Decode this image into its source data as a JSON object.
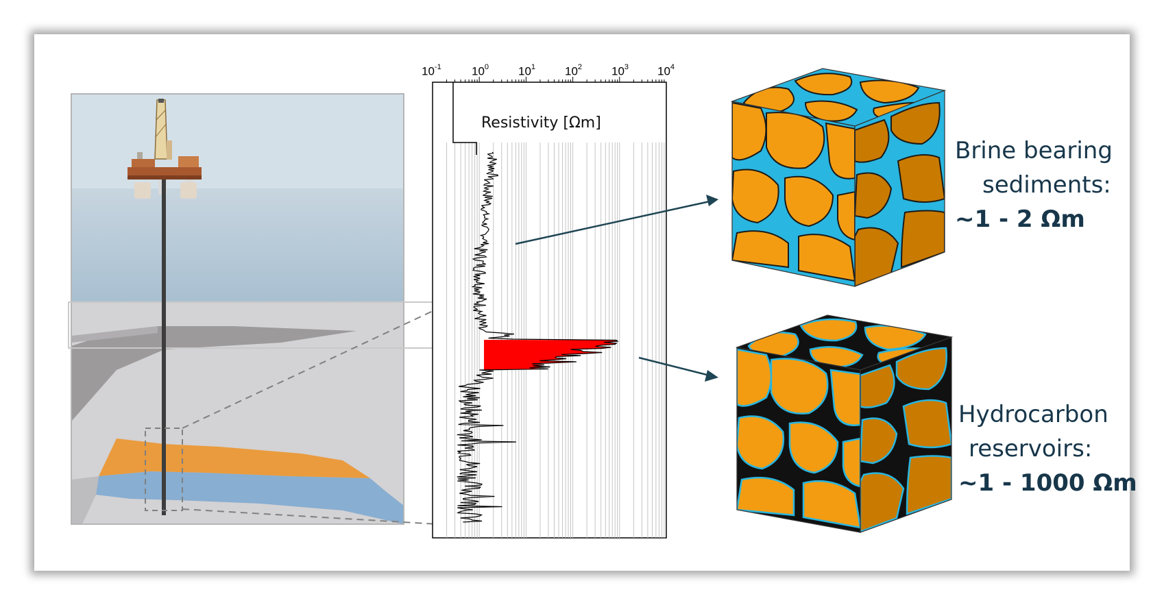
{
  "chart_data": {
    "type": "line",
    "title": "Resistivity [Ωm]",
    "x_scale": "log",
    "x_range": [
      0.1,
      10000
    ],
    "x_ticks": [
      {
        "base": "10",
        "exp": "-1"
      },
      {
        "base": "10",
        "exp": "0"
      },
      {
        "base": "10",
        "exp": "1"
      },
      {
        "base": "10",
        "exp": "2"
      },
      {
        "base": "10",
        "exp": "3"
      },
      {
        "base": "10",
        "exp": "4"
      }
    ],
    "highlight_color": "#ff0000"
  },
  "labels": {
    "brine": {
      "line1": "Brine bearing",
      "line2": "sediments:",
      "value": "~1 - 2 Ωm"
    },
    "hydrocarbon": {
      "line1": "Hydrocarbon",
      "line2": "reservoirs:",
      "value": "~1 - 1000 Ωm"
    }
  },
  "colors": {
    "sky": "#d4e0e8",
    "sea": "#b8ccd9",
    "seabed": "#d3d2d4",
    "shale": "#9c9a9b",
    "reservoir": "#ea9b3d",
    "brine_layer": "#88aed1",
    "grain": "#f39c12",
    "brine_pore": "#29b6e0",
    "hydrocarbon_pore": "#111111",
    "arrow": "#1e4553"
  }
}
